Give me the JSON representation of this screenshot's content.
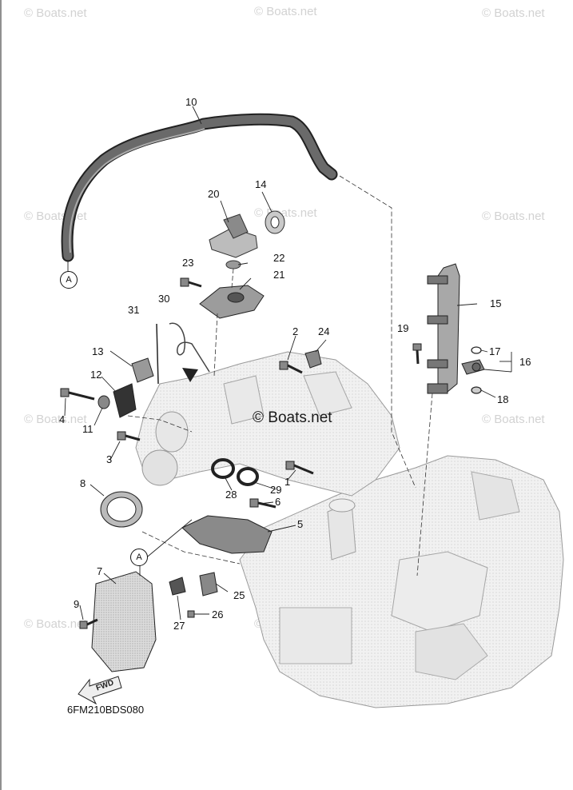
{
  "watermark": "© Boats.net",
  "center_watermark": "© Boats.net",
  "diagram_code": "6FM210BDS080",
  "fwd_label": "FWD",
  "connector_labels": [
    "A",
    "A"
  ],
  "callouts": [
    "1",
    "2",
    "3",
    "4",
    "5",
    "6",
    "7",
    "8",
    "9",
    "10",
    "11",
    "12",
    "13",
    "14",
    "15",
    "16",
    "17",
    "18",
    "19",
    "20",
    "21",
    "22",
    "23",
    "24",
    "25",
    "26",
    "27",
    "28",
    "29",
    "30",
    "31"
  ]
}
